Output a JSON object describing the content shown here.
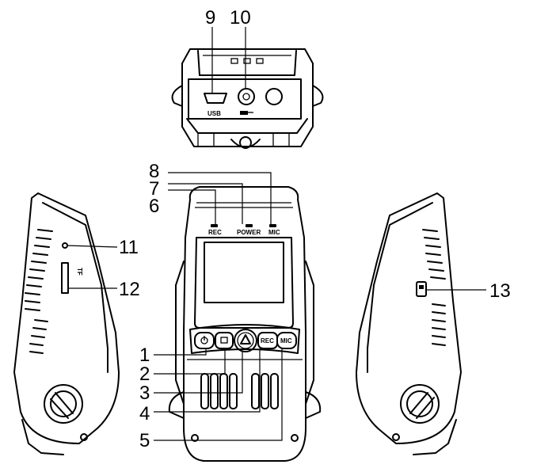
{
  "callouts": {
    "c1": "1",
    "c2": "2",
    "c3": "3",
    "c4": "4",
    "c5": "5",
    "c6": "6",
    "c7": "7",
    "c8": "8",
    "c9": "9",
    "c10": "10",
    "c11": "11",
    "c12": "12",
    "c13": "13"
  },
  "labels": {
    "rec": "REC",
    "power": "POWER",
    "mic": "MIC",
    "usb": "USB",
    "tf": "TF",
    "rec_button": "REC",
    "mic_button": "MIC"
  }
}
